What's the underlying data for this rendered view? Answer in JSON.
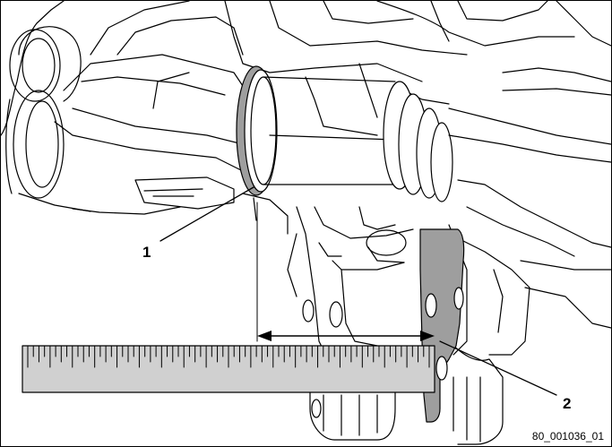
{
  "callouts": [
    {
      "label": "1",
      "part": "bearing-edge"
    },
    {
      "label": "2",
      "part": "gray-plate"
    }
  ],
  "figure_id": "80_001036_01",
  "colors": {
    "line": "#000000",
    "highlight_fill": "#9e9e9e",
    "ruler_fill": "#d0d0d0",
    "background": "#ffffff"
  },
  "ruler": {
    "major_divisions": 18,
    "minor_per_major": 4
  }
}
